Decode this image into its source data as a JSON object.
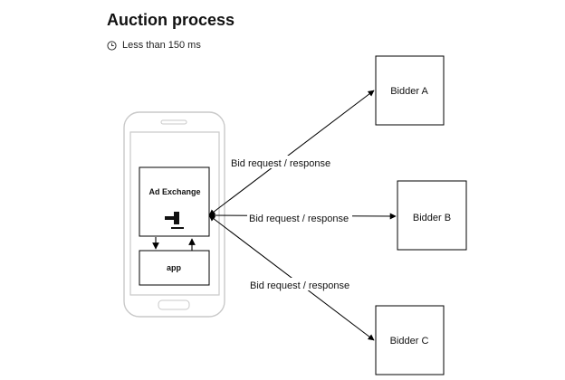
{
  "title": "Auction process",
  "timing": {
    "icon": "clock-icon",
    "text": "Less than 150 ms"
  },
  "phone": {
    "exchange_label": "Ad Exchange",
    "exchange_icon": "gavel-icon",
    "app_label": "app"
  },
  "bidders": [
    {
      "label": "Bidder A"
    },
    {
      "label": "Bidder B"
    },
    {
      "label": "Bidder C"
    }
  ],
  "links": [
    {
      "label": "Bid request / response"
    },
    {
      "label": "Bid request / response"
    },
    {
      "label": "Bid request / response"
    }
  ]
}
